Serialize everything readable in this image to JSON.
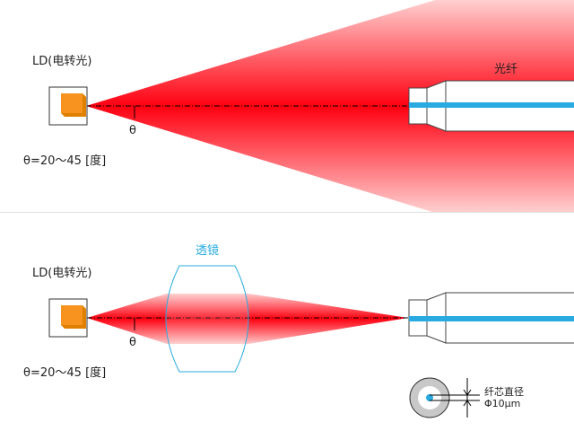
{
  "top": {
    "ld_label": "LD(电转光)",
    "angle_symbol": "θ",
    "angle_range": "θ=20～45 [度]",
    "fiber_label": "光纤"
  },
  "bottom": {
    "ld_label": "LD(电转光)",
    "angle_symbol": "θ",
    "angle_range": "θ=20～45 [度]",
    "lens_label": "透镜",
    "core_label": "纤芯直径",
    "core_value": "Φ10μm"
  },
  "colors": {
    "beam": "#ff0000",
    "core": "#29abe2",
    "ld": "#f7931e",
    "lens": "#29abe2"
  }
}
